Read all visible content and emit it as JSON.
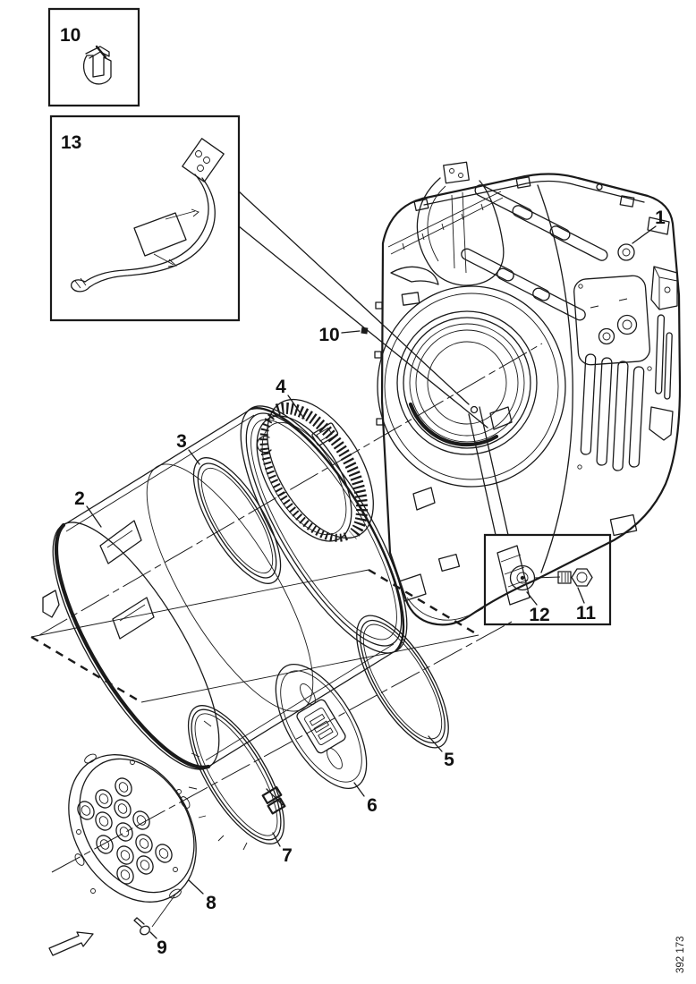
{
  "figure": {
    "background": "#ffffff",
    "line_color": "#1a1a1a",
    "part_labels": [
      "1",
      "2",
      "3",
      "4",
      "5",
      "6",
      "7",
      "8",
      "9",
      "10",
      "11",
      "12",
      "13"
    ],
    "insets": {
      "clip_box_label": "10",
      "harness_box_label": "13"
    },
    "footer_code": "392 173"
  }
}
